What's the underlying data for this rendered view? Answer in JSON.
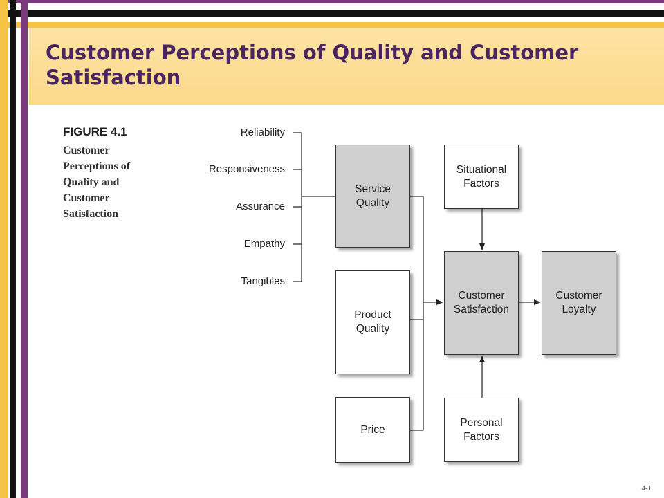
{
  "slide": {
    "title": "Customer Perceptions of Quality and Customer Satisfaction",
    "page_number": "4-1"
  },
  "figure": {
    "label": "FIGURE 4.1",
    "caption": "Customer Perceptions of Quality and Customer Satisfaction"
  },
  "dimensions": [
    "Reliability",
    "Responsiveness",
    "Assurance",
    "Empathy",
    "Tangibles"
  ],
  "boxes": {
    "service_quality": "Service\nQuality",
    "product_quality": "Product\nQuality",
    "price": "Price",
    "situational_factors": "Situational\nFactors",
    "customer_satisfaction": "Customer\nSatisfaction",
    "personal_factors": "Personal\nFactors",
    "customer_loyalty": "Customer\nLoyalty"
  },
  "colors": {
    "title_text": "#4a2560",
    "title_band": "#fcd98a",
    "accent_purple": "#7b3a7e",
    "accent_yellow": "#f5c243",
    "box_gray": "#cfcfcf"
  }
}
